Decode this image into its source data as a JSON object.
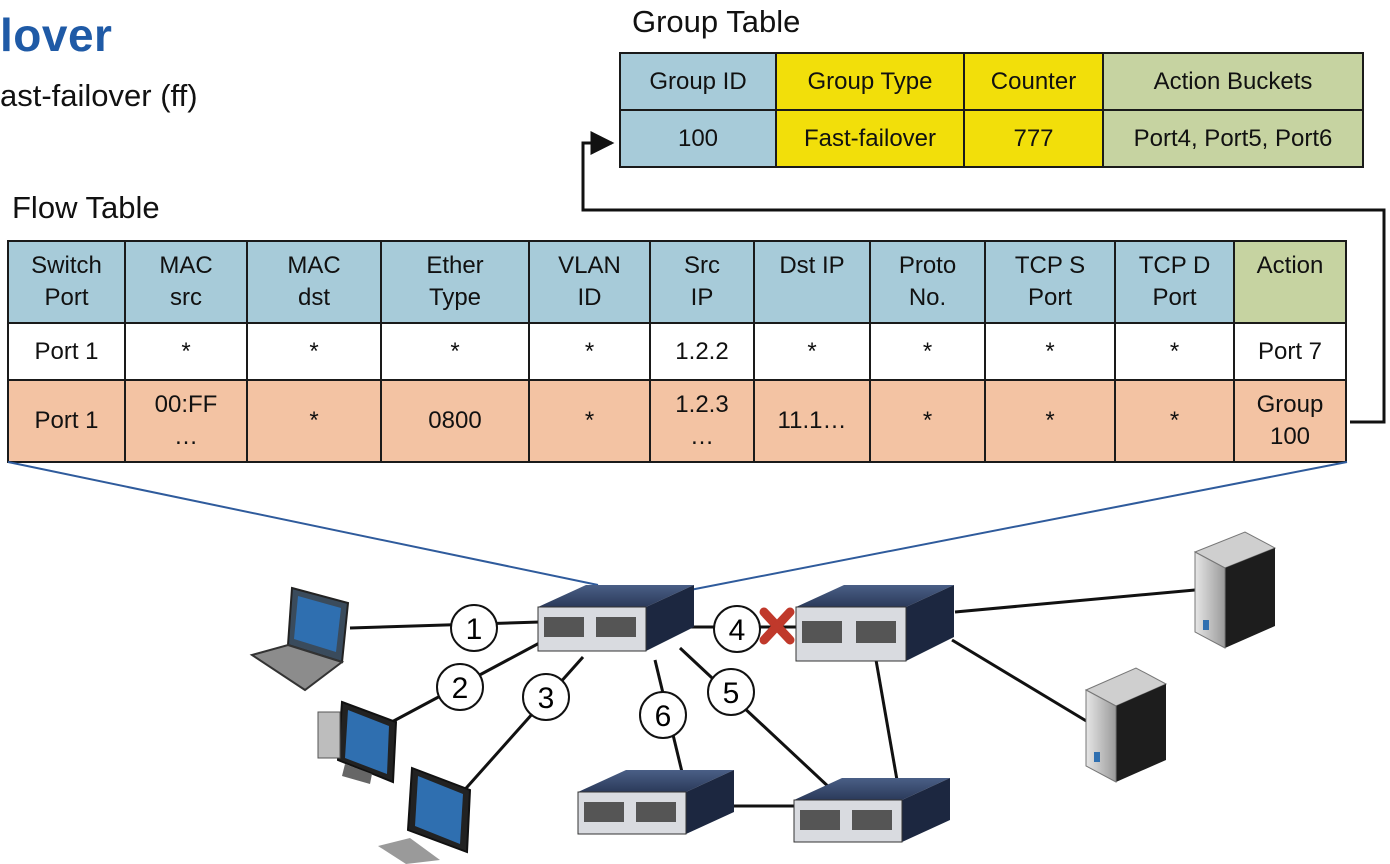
{
  "heading": {
    "title": "lover",
    "subtitle": "ast-failover (ff)"
  },
  "group_table": {
    "caption": "Group Table",
    "headers": [
      "Group ID",
      "Group Type",
      "Counter",
      "Action Buckets"
    ],
    "row": [
      "100",
      "Fast-failover",
      "777",
      "Port4, Port5, Port6"
    ]
  },
  "flow_table": {
    "caption": "Flow Table",
    "headers": [
      [
        "Switch",
        "Port"
      ],
      [
        "MAC",
        "src"
      ],
      [
        "MAC",
        "dst"
      ],
      [
        "Ether",
        "Type"
      ],
      [
        "VLAN",
        "ID"
      ],
      [
        "Src",
        "IP"
      ],
      [
        "Dst IP",
        ""
      ],
      [
        "Proto",
        "No."
      ],
      [
        "TCP S",
        "Port"
      ],
      [
        "TCP D",
        "Port"
      ],
      [
        "Action",
        ""
      ]
    ],
    "rows": [
      [
        "Port 1",
        "*",
        "*",
        "*",
        "*",
        "1.2.2",
        "*",
        "*",
        "*",
        "*",
        "Port 7"
      ],
      [
        [
          "Port 1",
          ""
        ],
        [
          "00:FF",
          "…"
        ],
        [
          "*",
          ""
        ],
        [
          "0800",
          ""
        ],
        [
          "*",
          ""
        ],
        [
          "1.2.3",
          "…"
        ],
        [
          "11.1…",
          ""
        ],
        [
          "*",
          ""
        ],
        [
          "*",
          ""
        ],
        [
          "*",
          ""
        ],
        [
          "Group",
          "100"
        ]
      ]
    ]
  },
  "network": {
    "link_labels": [
      "1",
      "2",
      "3",
      "4",
      "5",
      "6"
    ],
    "colors": {
      "link": "#111111",
      "zoom_line": "#2f5b9c",
      "failure_mark": "#c0392b"
    }
  }
}
